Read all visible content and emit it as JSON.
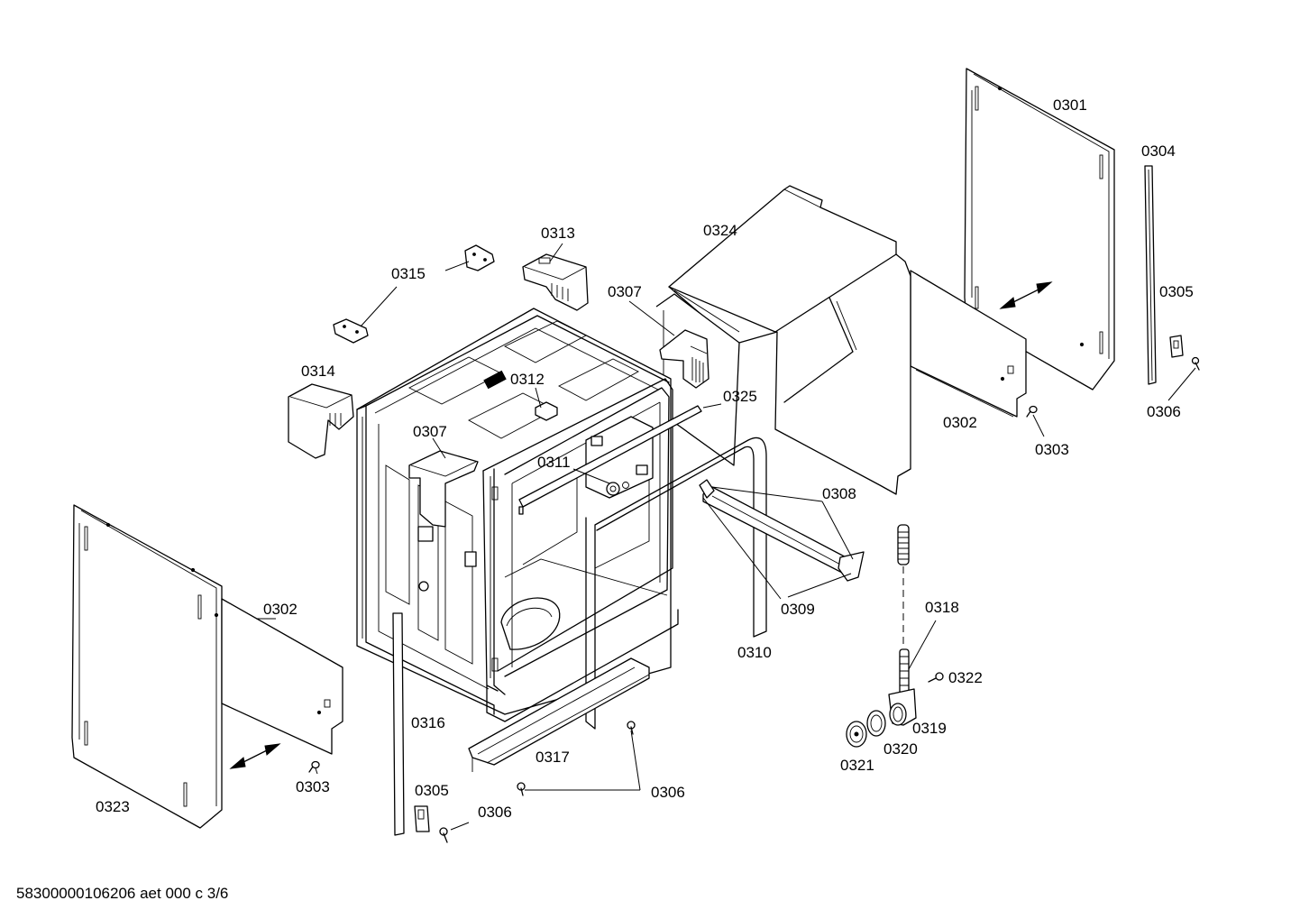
{
  "part_labels": {
    "p0301": "0301",
    "p0302a": "0302",
    "p0302b": "0302",
    "p0303a": "0303",
    "p0303b": "0303",
    "p0304": "0304",
    "p0305a": "0305",
    "p0305b": "0305",
    "p0306a": "0306",
    "p0306b": "0306",
    "p0306c": "0306",
    "p0307a": "0307",
    "p0307b": "0307",
    "p0308": "0308",
    "p0309": "0309",
    "p0310": "0310",
    "p0311": "0311",
    "p0312": "0312",
    "p0313": "0313",
    "p0314": "0314",
    "p0315": "0315",
    "p0316": "0316",
    "p0317": "0317",
    "p0318": "0318",
    "p0319": "0319",
    "p0320": "0320",
    "p0321": "0321",
    "p0322": "0322",
    "p0323": "0323",
    "p0324": "0324",
    "p0325": "0325"
  },
  "footer": {
    "doc_code": "58300000106206 aet 000 c 3/6"
  }
}
